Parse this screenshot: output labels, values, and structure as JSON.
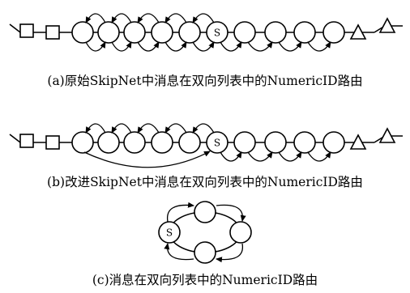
{
  "captions": {
    "a": "(a)原始SkipNet中消息在双向列表中的NumericID路由",
    "b": "(b)改进SkipNet中消息在双向列表中的NumericID路由",
    "c": "(c)消息在双向列表中的NumericID路由"
  },
  "node_label": "S",
  "colors": {
    "stroke": "#000000",
    "fill": "#ffffff",
    "text": "#000000"
  }
}
